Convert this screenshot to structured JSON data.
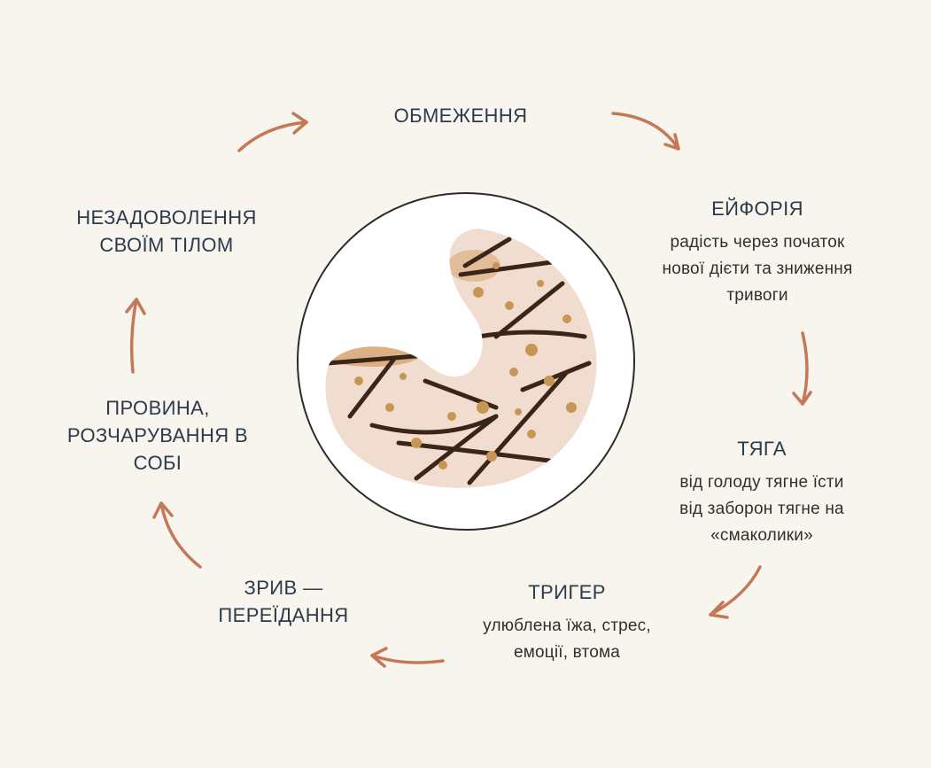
{
  "colors": {
    "background": "#f8f5ee",
    "arrow": "#c57857",
    "text": "#2c3b4c",
    "circle_stroke": "#2a2a2a",
    "icing": "#f0ddd0",
    "chocolate": "#3b2418",
    "nuts": "#c89653"
  },
  "icons": {
    "center": "glazed-donut-bitten"
  },
  "stages": {
    "restriction": {
      "title": "ОБМЕЖЕННЯ"
    },
    "euphoria": {
      "title": "ЕЙФОРІЯ",
      "desc": "радість через початок\nнової дієти та зниження\nтривоги"
    },
    "craving": {
      "title": "ТЯГА",
      "desc": "від голоду тягне їсти\nвід заборон тягне на\n«смаколики»"
    },
    "trigger": {
      "title": "ТРИГЕР",
      "desc": "улюблена їжа, стрес,\nемоції, втома"
    },
    "binge": {
      "title": "ЗРИВ —\nПЕРЕЇДАННЯ"
    },
    "guilt": {
      "title": "ПРОВИНА,\nРОЗЧАРУВАННЯ В\nСОБІ"
    },
    "dissatisfaction": {
      "title": "НЕЗАДОВОЛЕННЯ\nСВОЇМ ТІЛОМ"
    }
  }
}
